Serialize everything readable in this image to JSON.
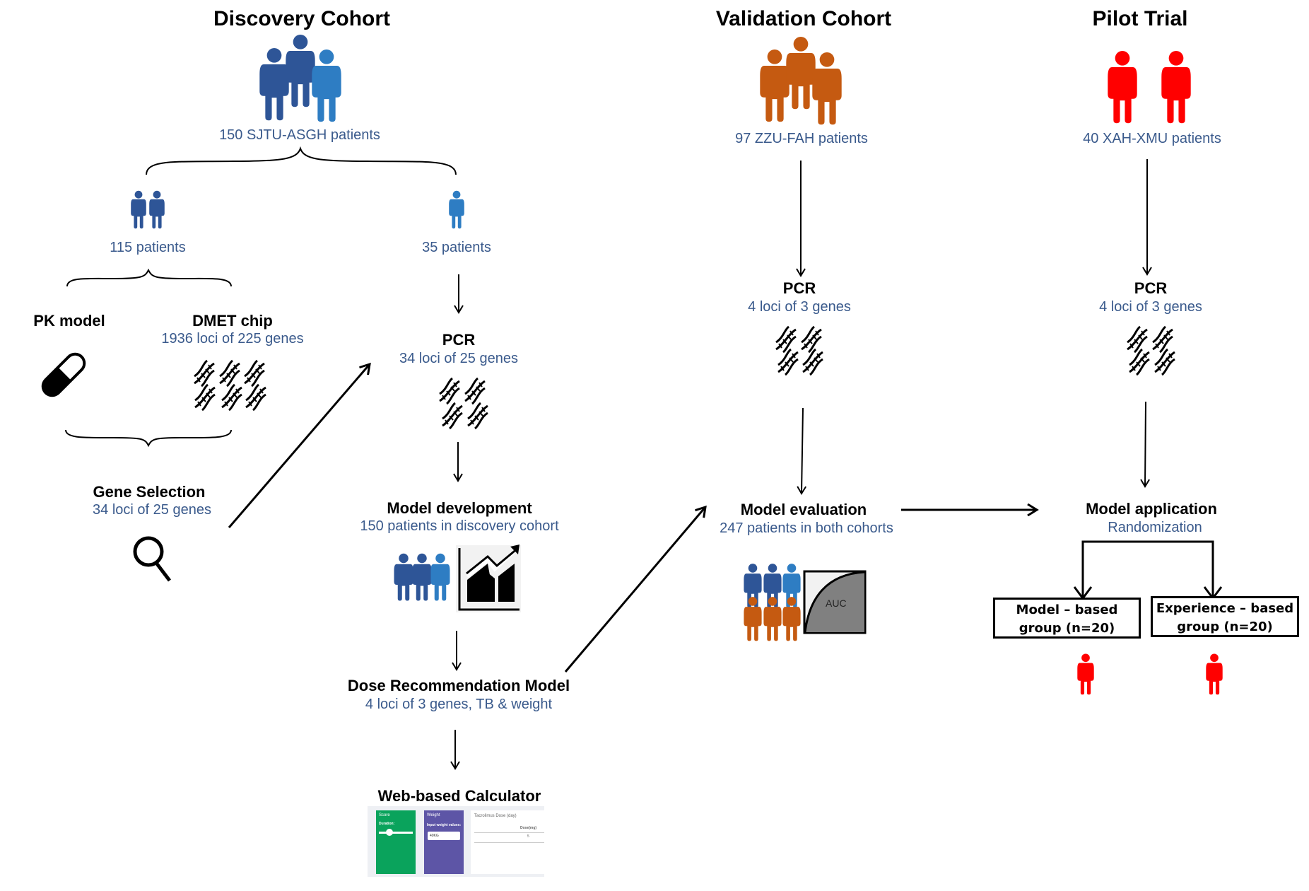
{
  "colors": {
    "discovery_dark": "#2e5597",
    "discovery_light": "#2e7dc3",
    "validation": "#c55a11",
    "pilot": "#ff0000",
    "subtitle_text": "#3a5a8c",
    "calc_green": "#0aa35c",
    "calc_purple": "#5d55a6"
  },
  "discovery": {
    "title": "Discovery Cohort",
    "patients": "150 SJTU-ASGH patients",
    "split_left": "115 patients",
    "split_right": "35 patients",
    "pk_model": {
      "title": "PK model",
      "icon": "pill-icon"
    },
    "dmet_chip": {
      "title": "DMET chip",
      "subtitle": "1936 loci of 225 genes",
      "icon": "dna-icon"
    },
    "gene_selection": {
      "title": "Gene Selection",
      "subtitle": "34 loci of 25 genes",
      "icon": "magnifier-icon"
    },
    "pcr": {
      "title": "PCR",
      "subtitle": "34 loci of 25 genes",
      "icon": "dna-icon"
    },
    "model_development": {
      "title": "Model development",
      "subtitle": "150 patients in discovery cohort",
      "icon": "growth-chart-icon"
    },
    "dose_model": {
      "title": "Dose Recommendation Model",
      "subtitle": "4 loci of 3 genes, TB & weight"
    },
    "calculator": {
      "title": "Web-based Calculator",
      "score_panel": {
        "title": "Score",
        "label": "Duration:"
      },
      "weight_panel": {
        "title": "Weight",
        "label": "Input weight values:",
        "selected": "40KG"
      },
      "dose_panel": {
        "title": "Tacrolimus Dose (day)",
        "column": "Dose(mg)",
        "value": "5"
      }
    }
  },
  "validation": {
    "title": "Validation Cohort",
    "patients": "97 ZZU-FAH patients",
    "pcr": {
      "title": "PCR",
      "subtitle": "4 loci of 3 genes"
    },
    "model_evaluation": {
      "title": "Model evaluation",
      "subtitle": "247 patients in both cohorts",
      "auc_label": "AUC"
    }
  },
  "pilot": {
    "title": "Pilot Trial",
    "patients": "40 XAH-XMU patients",
    "pcr": {
      "title": "PCR",
      "subtitle": "4 loci of 3 genes"
    },
    "model_application": {
      "title": "Model application",
      "subtitle": "Randomization"
    },
    "group_model": {
      "line1": "Model – based",
      "line2": "group (n=20)"
    },
    "group_experience": {
      "line1": "Experience – based",
      "line2": "group (n=20)"
    }
  }
}
